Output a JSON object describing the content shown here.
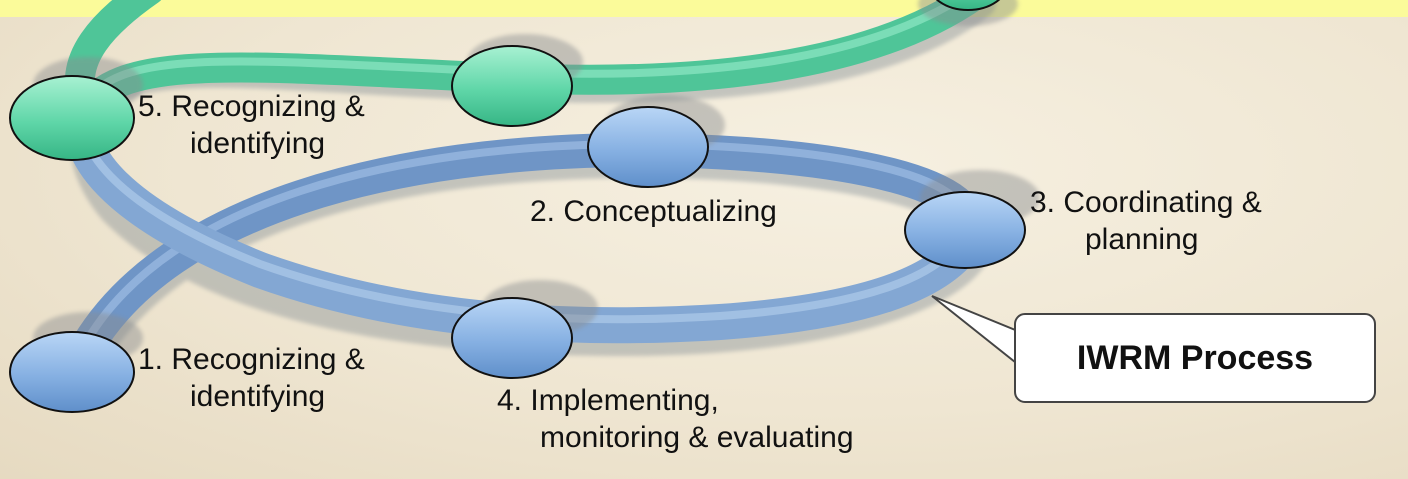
{
  "header": {
    "band_color": "#fbfb9a"
  },
  "colors": {
    "blue_ribbon": "#84a8d2",
    "green_ribbon": "#5dcfa5",
    "blue_node": "#8ab4e6",
    "green_node": "#66d8ac"
  },
  "stages": {
    "stage1": {
      "line1": "1. Recognizing &",
      "line2": "identifying"
    },
    "stage2": {
      "line1": "2. Conceptualizing"
    },
    "stage3": {
      "line1": "3. Coordinating &",
      "line2": "planning"
    },
    "stage4": {
      "line1": "4. Implementing,",
      "line2": "monitoring & evaluating"
    },
    "stage5": {
      "line1": "5. Recognizing &",
      "line2": "identifying"
    }
  },
  "callout": {
    "label": "IWRM Process"
  }
}
